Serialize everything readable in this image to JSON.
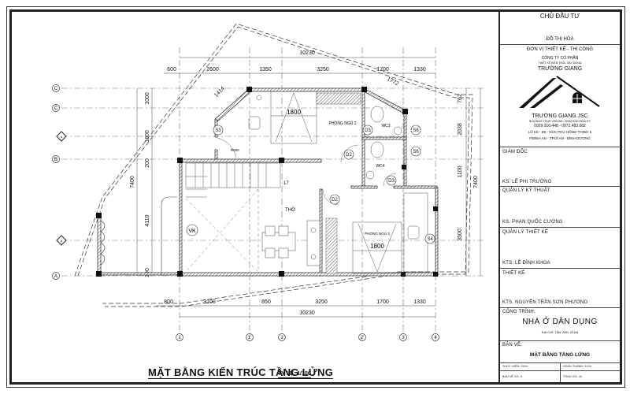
{
  "drawing": {
    "title": "MẶT BẰNG KIẾN TRÚC TẦNG LỬNG",
    "scale": "TỶ LỆ: 1/100",
    "top_dims": {
      "overall": "10230",
      "segments": [
        "600",
        "2600",
        "1350",
        "3250",
        "1700",
        "1330"
      ],
      "diagonal_left": "1414",
      "diagonal_right": "1772"
    },
    "bottom_dims": {
      "overall": "10230",
      "segments": [
        "800",
        "3100",
        "850",
        "3250",
        "1700",
        "1330"
      ]
    },
    "left_dims": {
      "overall": "7400",
      "segments": [
        "1000",
        "1800",
        "200",
        "4110",
        "290"
      ]
    },
    "right_dims": {
      "overall": "7400",
      "segments": [
        "762",
        "2038",
        "1100",
        "3500"
      ]
    },
    "grid_rows": [
      "C",
      "C'",
      "A",
      "B",
      "A",
      "A"
    ],
    "grid_cols": [
      "1",
      "1'",
      "2",
      "2'",
      "3",
      "4"
    ],
    "rooms": {
      "bedroom2": "PHÒNG NGỦ 2",
      "bedroom3": "PHÒNG NGỦ 3",
      "wc3": "WC3",
      "wc4": "WC4",
      "worship": "THỜ",
      "void": "VK",
      "bed2_width": "1800",
      "bed3_width": "1800",
      "radius": "R600",
      "stair_steps": "17"
    },
    "tags": {
      "door_d2": "D2",
      "door_d3": "D3",
      "window_s3": "S3",
      "window_s4": "S4",
      "window_s6": "S6"
    }
  },
  "title_block": {
    "owner_label": "CHỦ ĐẦU TƯ",
    "owner_name": "ĐỖ THỊ HÒA",
    "designer_label": "ĐƠN VỊ THIẾT KẾ - THI CÔNG",
    "company_line1": "CÔNG TY CỔ PHẦN",
    "company_line2": "THIẾT KẾ KIẾN TRÚC XÂY DỰNG",
    "company_name": "TRƯỜNG GIANG",
    "brand": "TRƯỜNG GIANG JSC",
    "slogan": "BUILDING YOUR VISIONS, CREATING REALITY",
    "phones": "0929.910.448 - 0972.483.082",
    "address1": "LÔ K6 - D6 - KDC PHÚ HỒNG THỊNH 6",
    "address2": "P.BÌNH AN - TP.DĨ AN - BÌNH DƯƠNG",
    "director_label": "GIÁM ĐỐC",
    "director_name": "KS. LÊ PHI TRƯỜNG",
    "tech_label": "QUẢN LÝ KỸ THUẬT",
    "tech_name": "KS. PHAN QUỐC CƯỜNG",
    "design_mgr_label": "QUẢN LÝ THIẾT KẾ",
    "design_mgr_name": "KTS. LÊ ĐÌNH KHOA",
    "design_label": "THIẾT KẾ",
    "design_name": "KTS. NGUYỄN TRẦN SƠN PHƯƠNG",
    "project_label": "CÔNG TRÌNH:",
    "project_name": "NHÀ Ở DÂN DỤNG",
    "project_address": "ĐỊA CHỈ: TÂN VẠN, DĨ AN",
    "sheet_label": "BẢN VẼ:",
    "sheet_name": "MẶT BẰNG TẦNG LỬNG",
    "start": "THỰC HIỆN: 2024",
    "finish": "HOÀN THÀNH: 2024",
    "sheet_no": "BẢN VẼ SỐ: 5",
    "total": "TỔNG SỐ: 40"
  }
}
